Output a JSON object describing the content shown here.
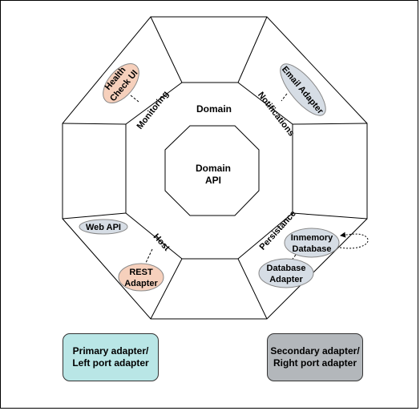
{
  "diagram": {
    "domain_label": "Domain",
    "domain_api": {
      "line1": "Domain",
      "line2": "API"
    },
    "segments": {
      "monitoring": "Monitoring",
      "notifications": "Notifications",
      "host": "Host",
      "persistance": "Persistance"
    },
    "adapters": {
      "health_check_ui": {
        "line1": "Health",
        "line2": "Check UI"
      },
      "email_adapter": "Email Adapter",
      "web_api": "Web API",
      "rest_adapter": {
        "line1": "REST",
        "line2": "Adapter"
      },
      "inmemory_database": {
        "line1": "Inmemory",
        "line2": "Database"
      },
      "database_adapter": {
        "line1": "Database",
        "line2": "Adapter"
      }
    },
    "colors": {
      "primary_adapter": "#f6d0bc",
      "secondary_adapter": "#d6dde5",
      "legend_primary": "#b9e6e6",
      "legend_secondary": "#b3b7bb"
    }
  },
  "legend": {
    "primary": {
      "line1": "Primary adapter/",
      "line2": "Left port adapter"
    },
    "secondary": {
      "line1": "Secondary adapter/",
      "line2": "Right port adapter"
    }
  }
}
